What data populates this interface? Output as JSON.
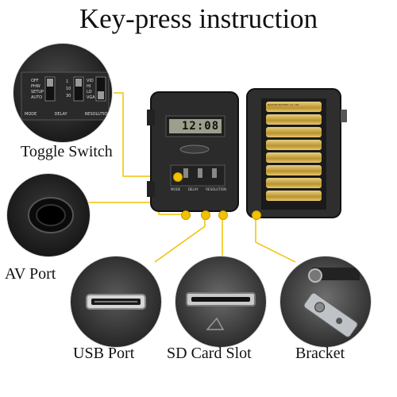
{
  "title": "Key-press instruction",
  "accent_color": "#f2c200",
  "callouts": {
    "toggle_switch": "Toggle Switch",
    "av_port": "AV Port",
    "usb_port": "USB Port",
    "sd_card_slot": "SD Card Slot",
    "bracket": "Bracket"
  },
  "camera": {
    "lcd_display": "12:08",
    "battery_brand": "BADDER BATTERY CO. LTD.",
    "switch_labels": [
      "MODE",
      "DELAY",
      "RESOLUTION"
    ]
  },
  "toggle_closeup": {
    "mode_options": [
      "OFF",
      "PHW",
      "SETUP",
      "AUTO"
    ],
    "delay_options": [
      "1",
      "10",
      "30"
    ],
    "resolution_options": [
      "VID",
      "HI",
      "LO",
      "VGA"
    ],
    "section_labels": [
      "MODE",
      "DELAY",
      "RESOLUTION"
    ]
  }
}
